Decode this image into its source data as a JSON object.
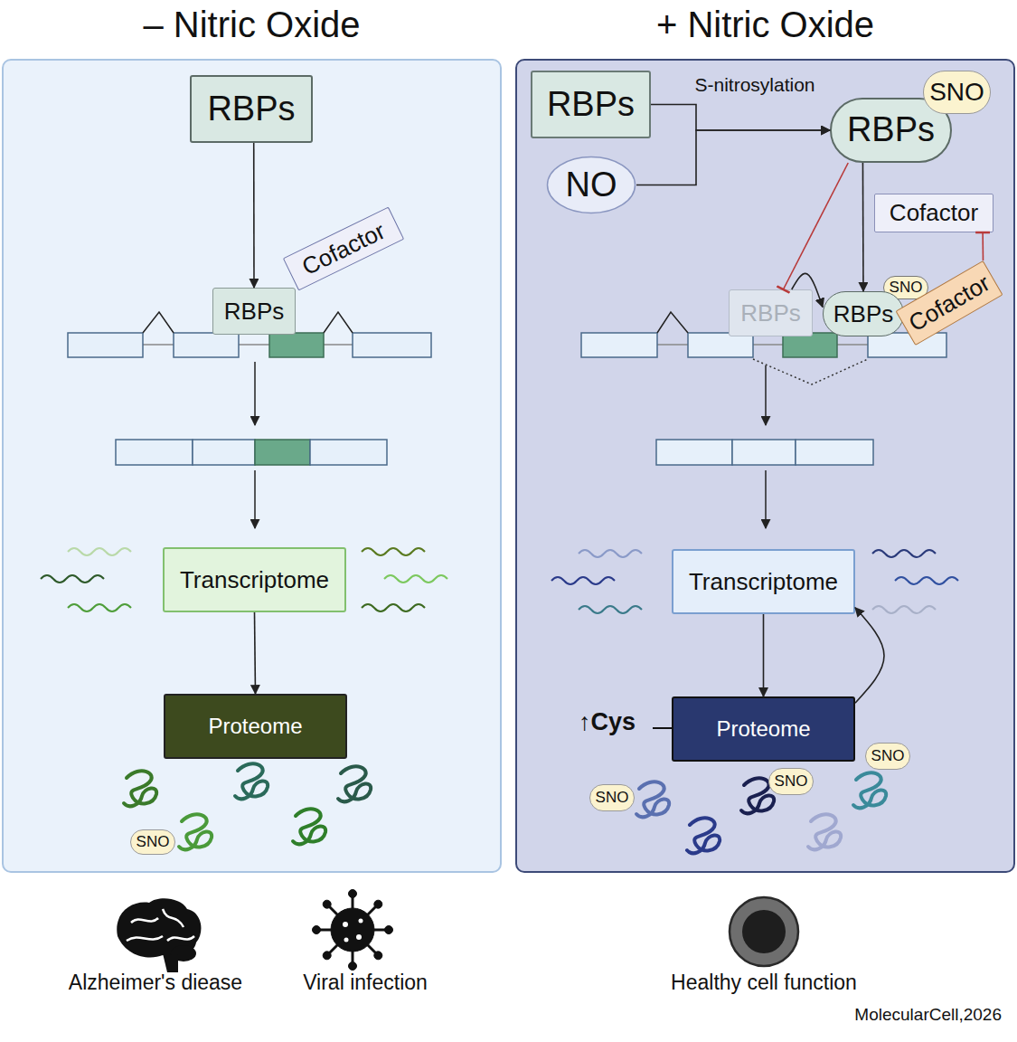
{
  "diagram": {
    "nodes": [
      {
        "text": [
          "– Nitric Oxide"
        ]
      },
      {
        "text": [
          "RBPs"
        ],
        "in": 0
      },
      {
        "text": [
          "Cofactor"
        ],
        "in": 0
      },
      {
        "text": [
          "RBPs"
        ],
        "in": 0
      },
      {
        "text": [
          "Transcriptome"
        ],
        "in": 0
      },
      {
        "text": [
          "Proteome"
        ],
        "in": 0
      },
      {
        "text": [
          "SNO"
        ],
        "in": 0
      },
      {
        "text": [
          "+ Nitric Oxide"
        ]
      },
      {
        "text": [
          "RBPs"
        ],
        "in": 7
      },
      {
        "text": [
          "NO"
        ],
        "in": 7
      },
      {
        "text": [
          "RBPs"
        ],
        "in": 7
      },
      {
        "text": [
          "SNO"
        ],
        "in": 7
      },
      {
        "text": [
          "Cofactor"
        ],
        "in": 7
      },
      {
        "text": [
          "RBPs"
        ],
        "in": 7
      },
      {
        "text": [
          "SNO"
        ],
        "in": 7
      },
      {
        "text": [
          "RBPs"
        ],
        "in": 7
      },
      {
        "text": [
          "Cofactor"
        ],
        "in": 7
      },
      {
        "text": [
          "Transcriptome"
        ],
        "in": 7
      },
      {
        "text": [
          "Proteome"
        ],
        "in": 7
      },
      {
        "text": [
          "SNO"
        ],
        "in": 7
      },
      {
        "text": [
          "SNO"
        ],
        "in": 7
      },
      {
        "text": [
          "SNO"
        ],
        "in": 7
      }
    ],
    "edges": [
      {
        "from": 1,
        "to": 3,
        "arrow": "to"
      },
      {
        "from": 4,
        "to": 5,
        "arrow": "to"
      },
      {
        "from": 8,
        "to": 10,
        "label": "S-nitrosylation",
        "arrow": "to"
      },
      {
        "from": 9,
        "to": 10,
        "arrow": "to"
      },
      {
        "from": 10,
        "to": 13,
        "arrow": "to"
      },
      {
        "from": 10,
        "to": 15,
        "arrow": "to"
      },
      {
        "from": 13,
        "to": 15,
        "arrow": "to"
      },
      {
        "from": 16,
        "to": 12,
        "arrow": "to"
      },
      {
        "from": 17,
        "to": 18,
        "arrow": "to"
      },
      {
        "from": 18,
        "to": 17,
        "arrow": "to"
      }
    ],
    "labels": [
      "↑Cys",
      "Alzheimer's diease",
      "Viral infection",
      "Healthy cell function",
      "MolecularCell,2026"
    ]
  }
}
